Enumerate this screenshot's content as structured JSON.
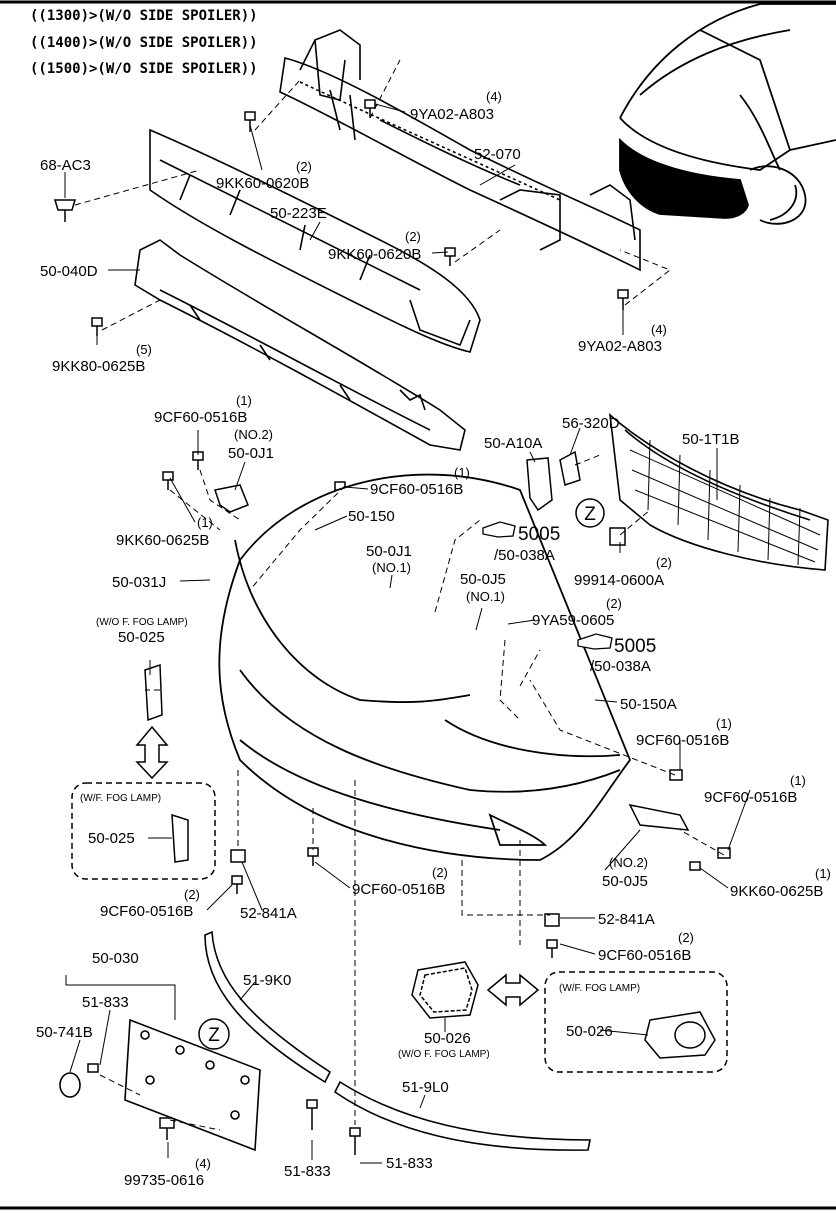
{
  "header_lines": [
    "((1300)>(W/O SIDE SPOILER))",
    "((1400)>(W/O SIDE SPOILER))",
    "((1500)>(W/O SIDE SPOILER))"
  ],
  "callouts": {
    "a9ya02_top": {
      "part": "9YA02-A803",
      "qty": "(4)"
    },
    "a9kk60_top": {
      "part": "9KK60-0620B",
      "qty": "(2)"
    },
    "a52_070": {
      "part": "52-070"
    },
    "a68_ac3": {
      "part": "68-AC3"
    },
    "a50_223e": {
      "part": "50-223E"
    },
    "a9kk60_mid": {
      "part": "9KK60-0620B",
      "qty": "(2)"
    },
    "a50_040d": {
      "part": "50-040D"
    },
    "a9kk80": {
      "part": "9KK80-0625B",
      "qty": "(5)"
    },
    "a9ya02_bot": {
      "part": "9YA02-A803",
      "qty": "(4)"
    },
    "a9cf60_a": {
      "part": "9CF60-0516B",
      "qty": "(1)"
    },
    "a50_0j1_no2": {
      "part": "50-0J1",
      "note": "(NO.2)"
    },
    "a9cf60_b": {
      "part": "9CF60-0516B",
      "qty": "(1)"
    },
    "a9kk60_c": {
      "part": "9KK60-0625B",
      "qty": "(1)"
    },
    "a50_150": {
      "part": "50-150"
    },
    "a50_a10a": {
      "part": "50-A10A"
    },
    "a56_320d": {
      "part": "56-320D"
    },
    "a50_1t1b": {
      "part": "50-1T1B"
    },
    "a5005_top": {
      "part": "5005",
      "sub": "/50-038A"
    },
    "a99914": {
      "part": "99914-0600A",
      "qty": "(2)"
    },
    "a50_031j": {
      "part": "50-031J"
    },
    "a50_0j1_no1": {
      "part": "50-0J1",
      "note": "(NO.1)"
    },
    "a50_0j5_no1": {
      "part": "50-0J5",
      "note": "(NO.1)"
    },
    "a9ya59": {
      "part": "9YA59-0605",
      "qty": "(2)"
    },
    "a5005_mid": {
      "part": "5005",
      "sub": "/50-038A"
    },
    "a50_025_wo": {
      "part": "50-025",
      "note": "(W/O F. FOG LAMP)"
    },
    "a50_150a": {
      "part": "50-150A"
    },
    "a9cf60_c": {
      "part": "9CF60-0516B",
      "qty": "(1)"
    },
    "a9cf60_d": {
      "part": "9CF60-0516B",
      "qty": "(1)"
    },
    "a50_025_w": {
      "part": "50-025",
      "note": "(W/F. FOG LAMP)"
    },
    "a50_0j5_no2": {
      "part": "50-0J5",
      "note": "(NO.2)"
    },
    "a9kk60_e": {
      "part": "9KK60-0625B",
      "qty": "(1)"
    },
    "a9cf60_e": {
      "part": "9CF60-0516B",
      "qty": "(2)"
    },
    "a52_841a_l": {
      "part": "52-841A"
    },
    "a9cf60_f": {
      "part": "9CF60-0516B",
      "qty": "(2)"
    },
    "a52_841a_r": {
      "part": "52-841A"
    },
    "a9cf60_g": {
      "part": "9CF60-0516B",
      "qty": "(2)"
    },
    "a50_030": {
      "part": "50-030"
    },
    "a51_833_top": {
      "part": "51-833"
    },
    "a50_741b": {
      "part": "50-741B"
    },
    "a51_9k0": {
      "part": "51-9K0"
    },
    "a50_026_wo": {
      "part": "50-026",
      "note": "(W/O F. FOG LAMP)"
    },
    "a50_026_w": {
      "part": "50-026",
      "note": "(W/F. FOG LAMP)"
    },
    "a51_9l0": {
      "part": "51-9L0"
    },
    "a99735": {
      "part": "99735-0616",
      "qty": "(4)"
    },
    "a51_833_l": {
      "part": "51-833"
    },
    "a51_833_r": {
      "part": "51-833"
    }
  },
  "zone_markers": [
    "Z",
    "Z"
  ]
}
